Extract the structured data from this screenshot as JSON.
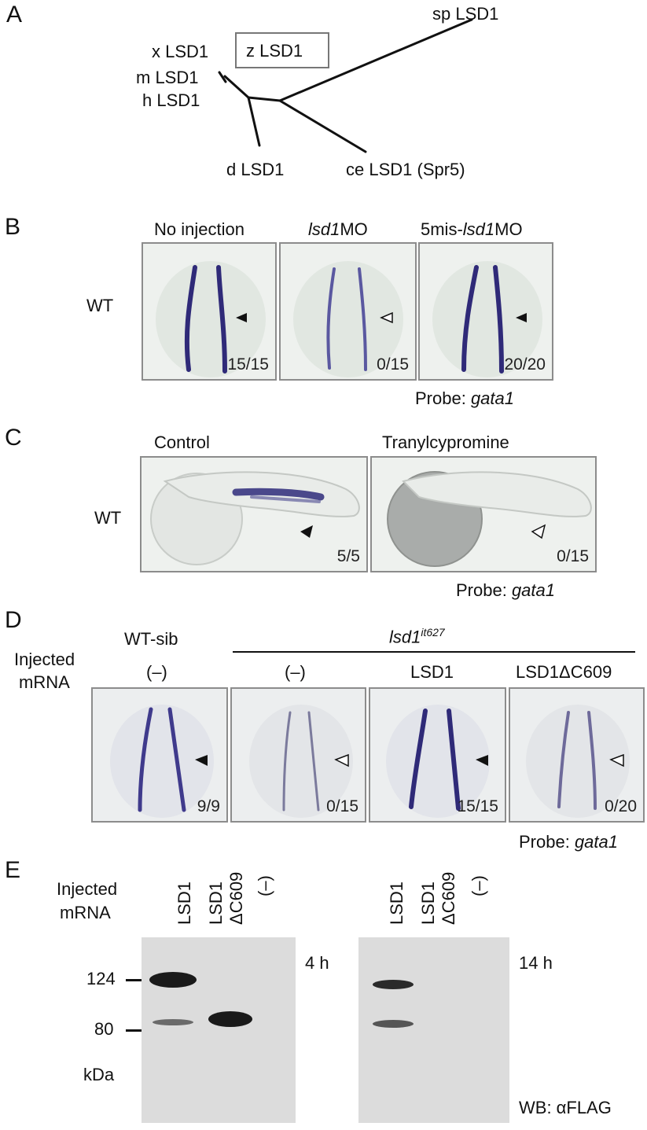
{
  "panels": {
    "a": {
      "letter": "A",
      "tree_labels": [
        "x LSD1",
        "z LSD1",
        "m LSD1",
        "h LSD1",
        "d LSD1",
        "ce LSD1 (Spr5)",
        "sp LSD1"
      ]
    },
    "b": {
      "letter": "B",
      "row_label": "WT",
      "columns": [
        {
          "pre": "",
          "ital": "",
          "post": "No injection",
          "count": "15/15",
          "arrow": "filled"
        },
        {
          "pre": "",
          "ital": "lsd1",
          "post": "MO",
          "count": "0/15",
          "arrow": "open"
        },
        {
          "pre": "5mis-",
          "ital": "lsd1",
          "post": "MO",
          "count": "20/20",
          "arrow": "filled"
        }
      ],
      "probe_prefix": "Probe: ",
      "probe_name": "gata1"
    },
    "c": {
      "letter": "C",
      "row_label": "WT",
      "columns": [
        {
          "label": "Control",
          "count": "5/5",
          "arrow": "filled"
        },
        {
          "label": "Tranylcypromine",
          "count": "0/15",
          "arrow": "open"
        }
      ],
      "probe_prefix": "Probe: ",
      "probe_name": "gata1"
    },
    "d": {
      "letter": "D",
      "row_label_line1": "Injected",
      "row_label_line2": "mRNA",
      "wt_sib": "WT-sib",
      "mutant_base": "lsd1",
      "mutant_sup": "it627",
      "columns": [
        {
          "label": "(–)",
          "count": "9/9",
          "arrow": "filled"
        },
        {
          "label": "(–)",
          "count": "0/15",
          "arrow": "open"
        },
        {
          "label": "LSD1",
          "count": "15/15",
          "arrow": "filled"
        },
        {
          "label": "LSD1ΔC609",
          "count": "0/20",
          "arrow": "open"
        }
      ],
      "probe_prefix": "Probe: ",
      "probe_name": "gata1"
    },
    "e": {
      "letter": "E",
      "row_label_line1": "Injected",
      "row_label_line2": "mRNA",
      "lanes": [
        "LSD1",
        "LSD1",
        "ΔC609",
        "(–)"
      ],
      "markers": [
        "124",
        "80"
      ],
      "unit": "kDa",
      "time_left": "4 h",
      "time_right": "14 h",
      "wb_label": "WB: αFLAG"
    }
  }
}
